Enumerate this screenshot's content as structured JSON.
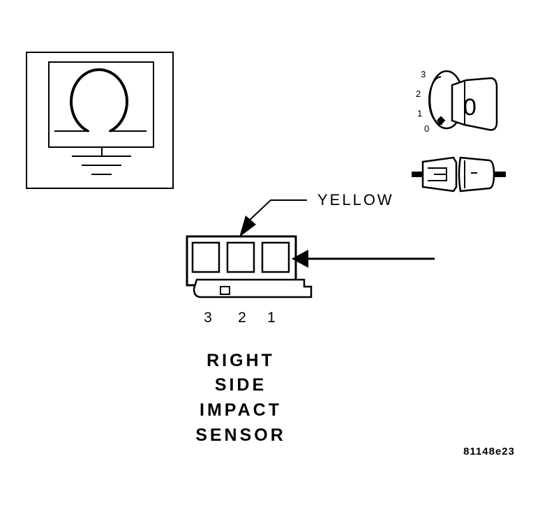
{
  "wire_color": "YELLOW",
  "pins": [
    "3",
    "2",
    "1"
  ],
  "ignition_positions": [
    "3",
    "2",
    "1",
    "0"
  ],
  "key_label": "0",
  "component_name": [
    "RIGHT",
    "SIDE",
    "IMPACT",
    "SENSOR"
  ],
  "figure_id": "81148e23",
  "icons": {
    "meter": "ohmmeter-icon",
    "ignition": "ignition-key-icon",
    "connector": "disconnected-connector-icon"
  },
  "colors": {
    "line": "#000000",
    "background": "#ffffff"
  }
}
